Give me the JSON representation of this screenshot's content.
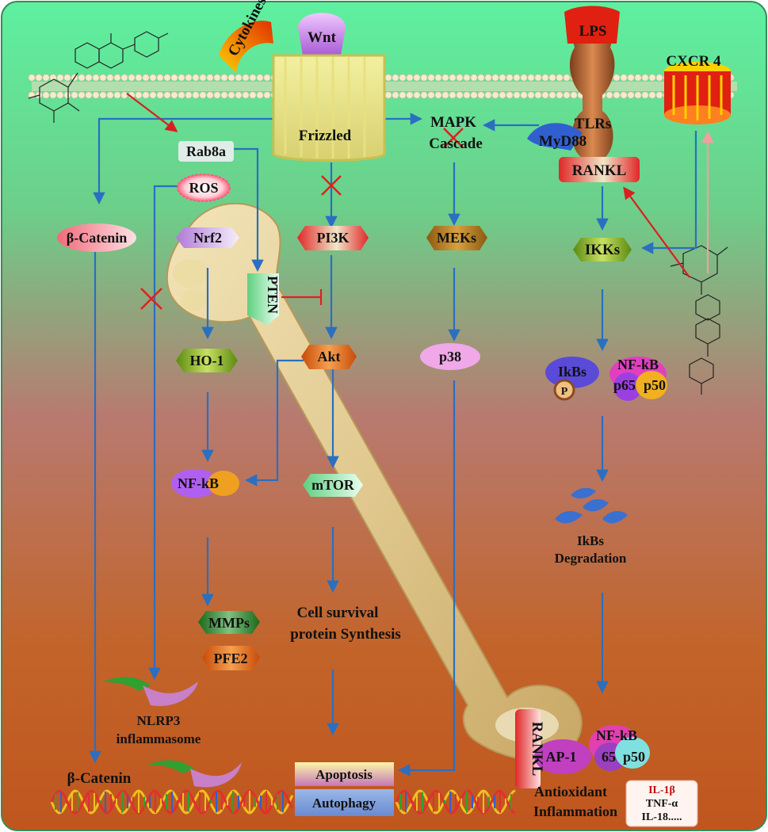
{
  "membrane": {
    "cytokines": "Cytokines",
    "wnt": "Wnt",
    "frizzled": "Frizzled",
    "lps": "LPS",
    "tlrs": "TLRs",
    "myd88": "MyD88",
    "cxcr4": "CXCR 4"
  },
  "nodes": {
    "rab8a": "Rab8a",
    "ros": "ROS",
    "beta_catenin_top": "β-Catenin",
    "nrf2": "Nrf2",
    "pten": "PTEN",
    "pi3k": "PI3K",
    "mapk_line1": "MAPK",
    "mapk_line2": "Cascade",
    "meks": "MEKs",
    "p38": "p38",
    "rankl_top": "RANKL",
    "ikks": "IKKs",
    "ho1": "HO-1",
    "akt": "Akt",
    "ikbs": "IkBs",
    "p_label": "P",
    "nfkb_cluster": "NF-kB",
    "p65": "p65",
    "p50": "p50",
    "nfkb_mid": "NF-kB",
    "mtor": "mTOR",
    "ikbs_deg_line1": "IkBs",
    "ikbs_deg_line2": "Degradation",
    "mmps": "MMPs",
    "pfe2": "PFE2",
    "cell_survival_line1": "Cell survival",
    "cell_survival_line2": "protein Synthesis",
    "nlrp3_line1": "NLRP3",
    "nlrp3_line2": "inflammasome",
    "beta_catenin_bottom": "β-Catenin",
    "apoptosis": "Apoptosis",
    "autophagy": "Autophagy",
    "rankl_bottom": "RANKL",
    "ap1": "AP-1",
    "nfkb_bottom": "NF-kB",
    "p65_bottom": "65",
    "p50_bottom": "p50",
    "antioxidant": "Antioxidant",
    "inflammation": "Inflammation",
    "il1b": "IL-1β",
    "tnfa": "TNF-α",
    "il18": "IL-18....."
  },
  "colors": {
    "bg_top": "#5ef0a0",
    "bg_mid": "#b87a70",
    "bg_bottom": "#c0561e",
    "arrow_blue": "#2a6fc0",
    "inhibit_red": "#e02020",
    "bone": "#e4d09a"
  }
}
